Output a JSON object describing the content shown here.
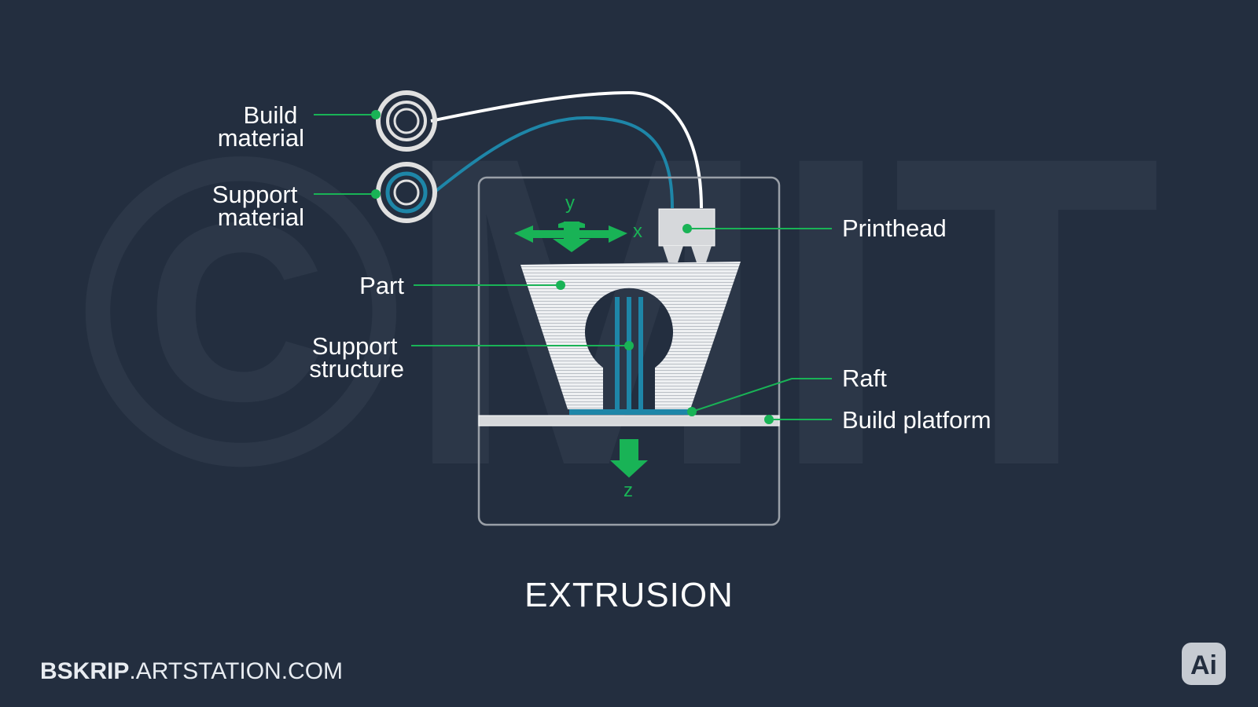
{
  "watermark": "©MIT",
  "labels": {
    "build_material": [
      "Build",
      "material"
    ],
    "support_material": [
      "Support",
      "material"
    ],
    "printhead": "Printhead",
    "part": "Part",
    "support_structure": [
      "Support",
      "structure"
    ],
    "raft": "Raft",
    "build_platform": "Build platform"
  },
  "axes": {
    "x": "x",
    "y": "y",
    "z": "z"
  },
  "title": "EXTRUSION",
  "credit": {
    "bold": "BSKRIP",
    "rest": ".ARTSTATION.COM"
  },
  "badge": "Ai",
  "colors": {
    "background": "#232e3f",
    "accent_green": "#19b356",
    "support_blue": "#1e86a8",
    "part_fill": "#eef0f2",
    "frame": "#9aa0a8"
  }
}
